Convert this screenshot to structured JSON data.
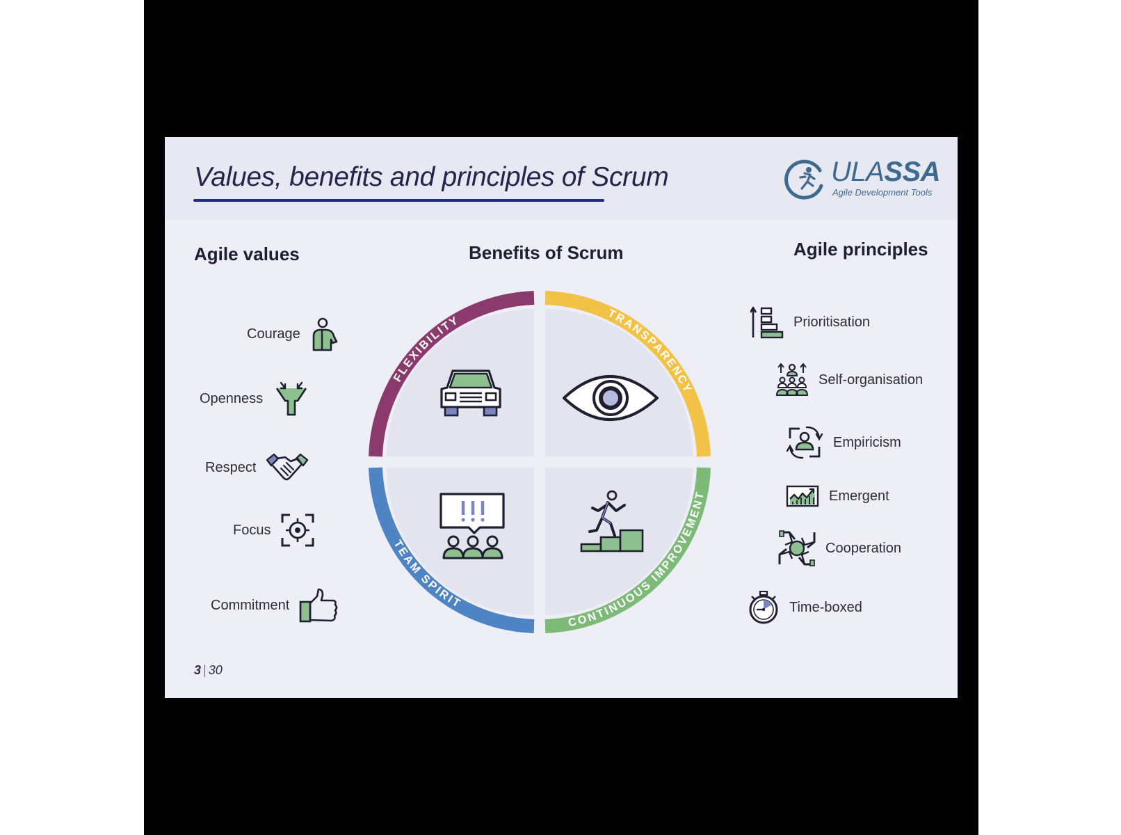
{
  "slide": {
    "title": "Values, benefits and principles of Scrum",
    "logo": {
      "brand_light": "ULA",
      "brand_bold": "SSA",
      "tagline": "Agile Development Tools"
    },
    "page": {
      "current": "3",
      "separator": "|",
      "total": "30"
    }
  },
  "agile_values": {
    "heading": "Agile values",
    "items": [
      {
        "label": "Courage",
        "icon": "person-icon"
      },
      {
        "label": "Openness",
        "icon": "open-arms-icon"
      },
      {
        "label": "Respect",
        "icon": "handshake-icon"
      },
      {
        "label": "Focus",
        "icon": "target-icon"
      },
      {
        "label": "Commitment",
        "icon": "thumbs-up-icon"
      }
    ]
  },
  "benefits": {
    "heading": "Benefits of Scrum",
    "quadrants": [
      {
        "label": "FLEXIBILITY",
        "color": "#8b3a6e",
        "icon": "car-icon"
      },
      {
        "label": "TRANSPARENCY",
        "color": "#f1c246",
        "icon": "eye-icon"
      },
      {
        "label": "TEAM SPIRIT",
        "color": "#4f84c4",
        "icon": "team-board-icon"
      },
      {
        "label": "CONTINUOUS IMPROVEMENT",
        "color": "#7dba78",
        "icon": "stairs-runner-icon"
      }
    ]
  },
  "agile_principles": {
    "heading": "Agile principles",
    "items": [
      {
        "label": "Prioritisation",
        "icon": "priority-bars-icon"
      },
      {
        "label": "Self-organisation",
        "icon": "group-icon"
      },
      {
        "label": "Empiricism",
        "icon": "cycle-person-icon"
      },
      {
        "label": "Emergent",
        "icon": "growth-chart-icon"
      },
      {
        "label": "Cooperation",
        "icon": "joined-hands-icon"
      },
      {
        "label": "Time-boxed",
        "icon": "stopwatch-icon"
      }
    ]
  },
  "colors": {
    "accent_green": "#8fc08f",
    "ink": "#1e2030",
    "title_rule": "#1f2e7a"
  }
}
